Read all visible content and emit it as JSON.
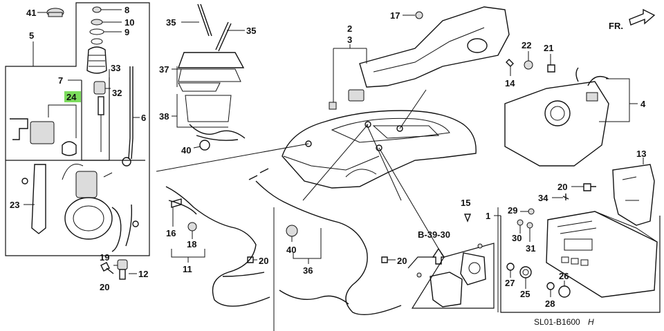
{
  "highlight_color": "#7cdc5c",
  "callouts": {
    "c41": "41",
    "c8": "8",
    "c10": "10",
    "c9": "9",
    "c5": "5",
    "c7": "7",
    "c33": "33",
    "c32": "32",
    "c24": "24",
    "c6": "6",
    "c23": "23",
    "c19": "19",
    "c12": "12",
    "c20a": "20",
    "c35a": "35",
    "c35b": "35",
    "c37": "37",
    "c38": "38",
    "c40a": "40",
    "c2": "2",
    "c3": "3",
    "c17": "17",
    "c22": "22",
    "c21": "21",
    "c14": "14",
    "c4": "4",
    "c13": "13",
    "c20b": "20",
    "c34": "34",
    "c16": "16",
    "c18": "18",
    "c11": "11",
    "c20c": "20",
    "c40b": "40",
    "c36": "36",
    "c20d": "20",
    "c15": "15",
    "c1": "1",
    "c29": "29",
    "c30": "30",
    "c31": "31",
    "c27": "27",
    "c25": "25",
    "c26": "26",
    "c28": "28"
  },
  "reference": "B-39-30",
  "front_indicator": "FR.",
  "diagram_code": "SL01-B1600",
  "diagram_suffix": "H"
}
